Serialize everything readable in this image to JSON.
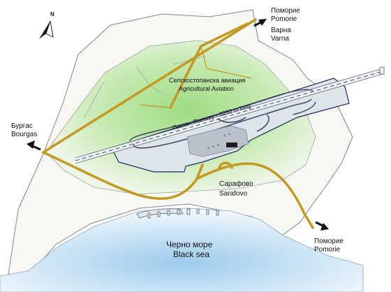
{
  "labels": {
    "north": "N",
    "pomorie_ne_bg": "Поморие",
    "pomorie_ne_en": "Pomorie",
    "varna_bg": "Варна",
    "varna_en": "Varna",
    "burgas_bg": "Бургас",
    "burgas_en": "Bourgas",
    "agri_bg": "Селскостопанска авиация",
    "agri_en": "Agricultural Aviation",
    "runway": "Писта - Runway - 3200 m long",
    "sarafovo_bg": "Сарафово",
    "sarafovo_en": "Sarafovo",
    "sea_bg": "Черно море",
    "sea_en": "Black sea",
    "pomorie_se_bg": "Поморие",
    "pomorie_se_en": "Pomorie"
  },
  "colors": {
    "land": "#f7f8f4",
    "airport_zone": "#c9ebb4",
    "sea": "#cfe6f6",
    "road": "#c29a24",
    "outline": "#7c8794",
    "apron": "#dde4ea",
    "runway_border": "#1e2a5a",
    "arrow": "#111111"
  }
}
